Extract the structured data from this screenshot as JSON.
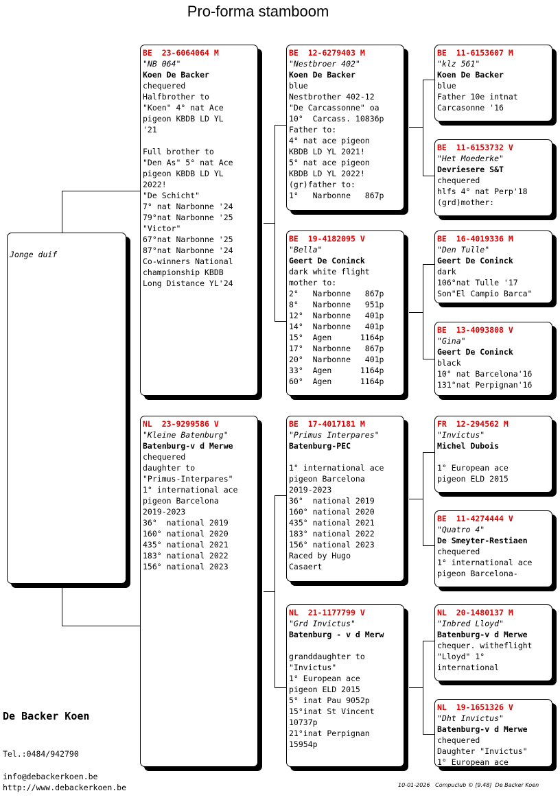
{
  "title": "Pro-forma stamboom",
  "subject": {
    "name": "Jonge duif"
  },
  "cards": {
    "sire": {
      "ring": "BE  23-6064064 M",
      "name": "\"NB 064\"",
      "owner": "Koen De Backer",
      "lines": [
        "chequered",
        "Halfbrother to",
        "\"Koen\" 4° nat Ace",
        "pigeon KBDB LD YL",
        "'21",
        "",
        "Full brother to",
        "\"Den As\" 5° nat Ace",
        "pigeon KBDB LD YL",
        "2022!",
        "\"De Schicht\"",
        "7° nat Narbonne '24",
        "79°nat Narbonne '25",
        "\"Victor\"",
        "67°nat Narbonne '25",
        "87°nat Narbonne '24",
        "Co-winners National",
        "championship KBDB",
        "Long Distance YL'24"
      ]
    },
    "dam": {
      "ring": "NL  23-9299586 V",
      "name": "\"Kleine Batenburg\"",
      "owner": "Batenburg-v d Merwe",
      "lines": [
        "chequered",
        "daughter to",
        "\"Primus-Interpares\"",
        "1° international ace",
        "pigeon Barcelona",
        "2019-2023",
        "36°  national 2019",
        "160° national 2020",
        "435° national 2021",
        "183° national 2022",
        "156° national 2023"
      ]
    },
    "ss": {
      "ring": "BE  12-6279403 M",
      "name": "\"Nestbroer 402\"",
      "owner": "Koen De Backer",
      "lines": [
        "blue",
        "Nestbrother 402-12",
        "\"De Carcassonne\" oa",
        "10°  Carcass. 10836p",
        "Father to:",
        "4° nat ace pigeon",
        "KBDB LD YL 2021!",
        "5° nat ace pigeon",
        "KBDB LD YL 2022!",
        "(gr)father to:",
        "1°   Narbonne   867p"
      ]
    },
    "sd": {
      "ring": "BE  19-4182095 V",
      "name": "\"Bella\"",
      "owner": "Geert De Coninck",
      "lines": [
        "dark white flight",
        "mother to:",
        "2°   Narbonne   867p",
        "8°   Narbonne   951p",
        "12°  Narbonne   401p",
        "14°  Narbonne   401p",
        "15°  Agen      1164p",
        "17°  Narbonne   867p",
        "20°  Narbonne   401p",
        "33°  Agen      1164p",
        "60°  Agen      1164p"
      ]
    },
    "ds": {
      "ring": "BE  17-4017181 M",
      "name": "\"Primus Interpares\"",
      "owner": "Batenburg-PEC",
      "lines": [
        "",
        "1° international ace",
        "pigeon Barcelona",
        "2019-2023",
        "36°  national 2019",
        "160° national 2020",
        "435° national 2021",
        "183° national 2022",
        "156° national 2023",
        "Raced by Hugo",
        "Casaert"
      ]
    },
    "dd": {
      "ring": "NL  21-1177799 V",
      "name": "\"Grd Invictus\"",
      "owner": "Batenburg - v d Merw",
      "lines": [
        "",
        "granddaughter to",
        "\"Invictus\"",
        "1° European ace",
        "pigeon ELD 2015",
        "5° inat Pau 9052p",
        "15°inat St Vincent",
        "10737p",
        "21°inat Perpignan",
        "15954p"
      ]
    },
    "sss": {
      "ring": "BE  11-6153607 M",
      "name": "\"klz 561\"",
      "owner": "Koen De Backer",
      "lines": [
        "blue",
        "Father 10e intnat",
        "Carcasonne '16"
      ]
    },
    "ssd": {
      "ring": "BE  11-6153732 V",
      "name": "\"Het Moederke\"",
      "owner": "Devriesere S&T",
      "lines": [
        "chequered",
        "hlfs 4° nat Perp'18",
        "(grd)mother:"
      ]
    },
    "sds": {
      "ring": "BE  16-4019336 M",
      "name": "\"Den Tulle\"",
      "owner": "Geert De Coninck",
      "lines": [
        "dark",
        "106°nat Tulle '17",
        "Son\"El Campio Barca\""
      ]
    },
    "sdd": {
      "ring": "BE  13-4093808 V",
      "name": "\"Gina\"",
      "owner": "Geert De Coninck",
      "lines": [
        "black",
        "10° nat Barcelona'16",
        "131°nat Perpignan'16"
      ]
    },
    "dss": {
      "ring": "FR  12-294562 M",
      "name": "\"Invictus\"",
      "owner": "Michel Dubois",
      "lines": [
        "",
        "1° European ace",
        "pigeon ELD 2015"
      ]
    },
    "dsd": {
      "ring": "BE  11-4274444 V",
      "name": "\"Quatro 4\"",
      "owner": "De Smeyter-Restiaen",
      "lines": [
        "chequered",
        "1° international ace",
        "pigeon Barcelona-"
      ]
    },
    "dds": {
      "ring": "NL  20-1480137 M",
      "name": "\"Inbred Lloyd\"",
      "owner": "Batenburg-v d Merwe",
      "lines": [
        "chequer. witheflight",
        "\"Lloyd\" 1°",
        "international"
      ]
    },
    "ddd": {
      "ring": "NL  19-1651326 V",
      "name": "\"Dht Invictus\"",
      "owner": "Batenburg-v d Merwe",
      "lines": [
        "chequered",
        "Daughter \"Invictus\"",
        "1° European ace"
      ]
    }
  },
  "footer": {
    "breeder": "De Backer Koen",
    "tel": "Tel.:0484/942790",
    "email": "info@debackerkoen.be",
    "website": "http://www.debackerkoen.be",
    "date": "10-01-2026",
    "software": "Compuclub © [9.48]  De Backer Koen"
  }
}
